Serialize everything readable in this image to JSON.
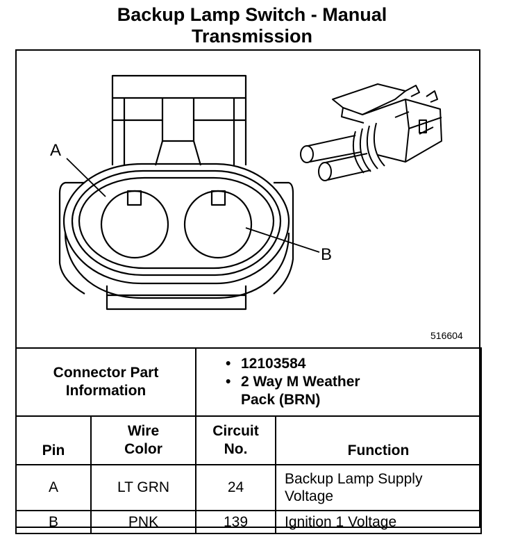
{
  "title": {
    "line1": "Backup Lamp Switch - Manual",
    "line2": "Transmission"
  },
  "figure": {
    "callout_a": "A",
    "callout_b": "B",
    "figure_number": "516604"
  },
  "connector_info": {
    "label_line1": "Connector Part",
    "label_line2": "Information",
    "part_number": "12103584",
    "description_line1": "2 Way M Weather",
    "description_line2": "Pack (BRN)"
  },
  "pin_table": {
    "headers": {
      "pin": "Pin",
      "wire_color_line1": "Wire",
      "wire_color_line2": "Color",
      "circuit_line1": "Circuit",
      "circuit_line2": "No.",
      "function": "Function"
    },
    "rows": [
      {
        "pin": "A",
        "wire_color": "LT GRN",
        "circuit": "24",
        "function_line1": "Backup Lamp Supply",
        "function_line2": "Voltage"
      },
      {
        "pin": "B",
        "wire_color": "PNK",
        "circuit": "139",
        "function_line1": "Ignition 1 Voltage",
        "function_line2": ""
      }
    ]
  }
}
